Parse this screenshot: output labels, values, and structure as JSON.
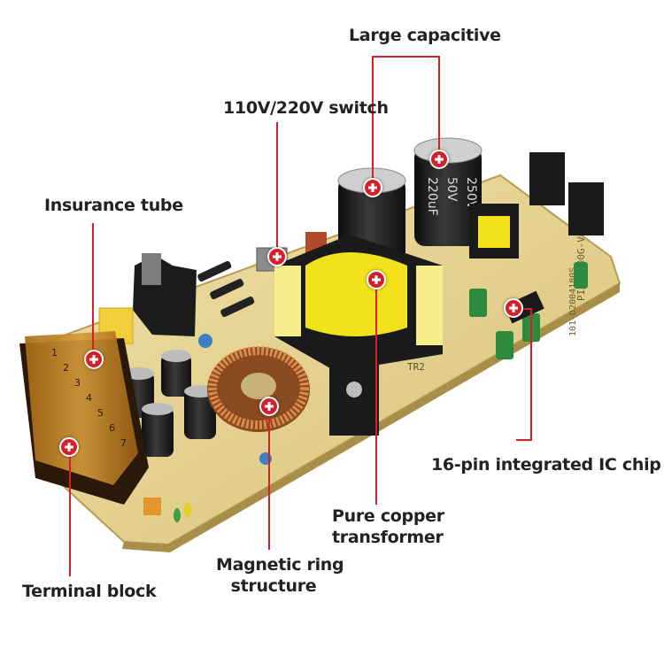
{
  "callouts": {
    "large_capacitive": "Large capacitive",
    "switch_110_220": "110V/220V switch",
    "insurance_tube": "Insurance tube",
    "ic_chip": "16-pin integrated IC chip",
    "pure_copper_line1": "Pure copper",
    "pure_copper_line2": "transformer",
    "magnetic_line1": "Magnetic ring",
    "magnetic_line2": "structure",
    "terminal_block": "Terminal block"
  },
  "board": {
    "silkscreen_1": "PIA-C200G-V03",
    "silkscreen_2": "101-D2004180S",
    "capacitor_text_1": "50V",
    "capacitor_text_2": "220uF",
    "capacitor_text_3": "250V",
    "transformer_ref": "TR2",
    "terminal_numbers": [
      "1",
      "2",
      "3",
      "4",
      "5",
      "6",
      "7"
    ]
  },
  "colors": {
    "accent": "#d4202a",
    "pcb": "#e3d08e",
    "transformer_yellow": "#f2e21c",
    "copper": "#c87a3c",
    "terminal_amber": "#c88a2a"
  }
}
